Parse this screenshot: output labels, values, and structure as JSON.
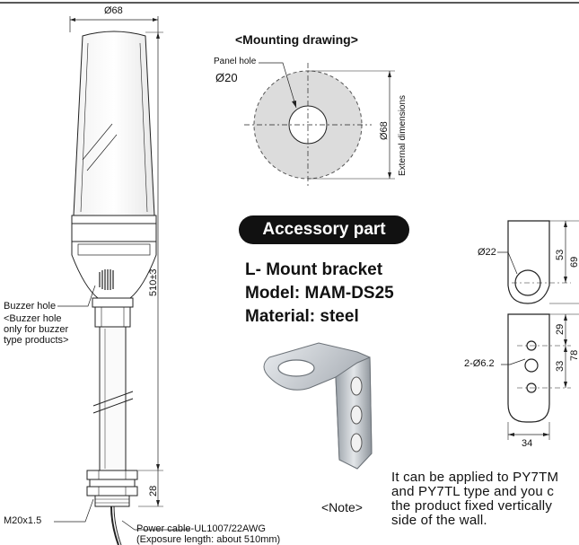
{
  "tower": {
    "diameter_label": "Ø68",
    "height_label": "510±3",
    "base_length_label": "28",
    "thread_label": "M20x1.5",
    "buzzer_hole_label": "Buzzer hole",
    "buzzer_note_lines": [
      "<Buzzer hole",
      "only for buzzer",
      "type products>"
    ],
    "cable_lines": [
      "Power cable-UL1007/22AWG",
      "(Exposure length: about 510mm)"
    ]
  },
  "mounting": {
    "title": "<Mounting drawing>",
    "panel_hole_label": "Panel hole",
    "panel_hole_dia": "Ø20",
    "outer_dia": "Ø68",
    "external_label": "External dimensions"
  },
  "accessory": {
    "badge": "Accessory part",
    "name": "L- Mount bracket",
    "model": "Model: MAM-DS25",
    "material": "Material: steel"
  },
  "bracket_drawing": {
    "big_hole": "Ø22",
    "dim_53": "53",
    "dim_69": "69",
    "small_holes": "2-Ø6.2",
    "dim_29": "29",
    "dim_33": "33",
    "dim_78": "78",
    "dim_34": "34"
  },
  "note": {
    "label": "<Note>",
    "lines": [
      "It can be applied to PY7TM",
      "and PY7TL type and you c",
      "the product fixed vertically",
      "side of the wall."
    ]
  }
}
